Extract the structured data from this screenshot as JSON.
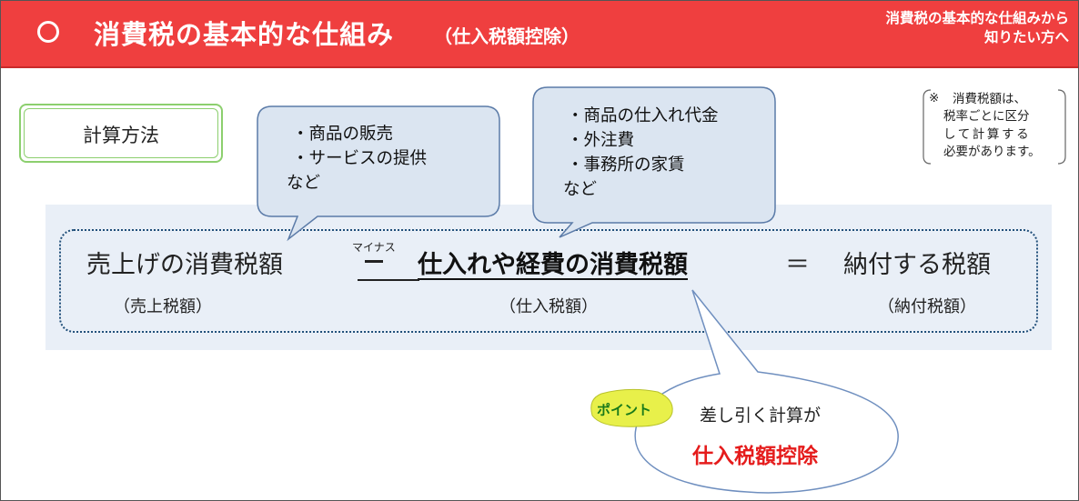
{
  "header": {
    "title": "消費税の基本的な仕組み",
    "subtitle": "（仕入税額控除）",
    "link_line1": "消費税の基本的な仕組みから",
    "link_line2": "知りたい方へ"
  },
  "method_label": "計算方法",
  "note": {
    "mark": "※",
    "lines": [
      "消費税額は、",
      "税率ごとに区分",
      "して計算する",
      "必要があります。"
    ]
  },
  "bubble_sales": {
    "lines": [
      "・商品の販売",
      "・サービスの提供",
      "など"
    ]
  },
  "bubble_purchase": {
    "lines": [
      "・商品の仕入れ代金",
      "・外注費",
      "・事務所の家賃",
      "など"
    ]
  },
  "formula": {
    "sales_tax": "売上げの消費税額",
    "minus_label": "マイナス",
    "purchase_tax": "仕入れや経費の消費税額",
    "equals": "＝",
    "payable_tax": "納付する税額",
    "sales_paren": "（売上税額）",
    "purchase_paren": "（仕入税額）",
    "payable_paren": "（納付税額）"
  },
  "point": {
    "badge": "ポイント",
    "text": "差し引く計算が",
    "highlight": "仕入税額控除"
  },
  "colors": {
    "header_bg": "#ef3f3f",
    "accent_red": "#e51c1c",
    "badge_yellow": "#e8f04a",
    "bubble_fill": "#dbe5f1",
    "dotted_border": "#1f4e79"
  }
}
